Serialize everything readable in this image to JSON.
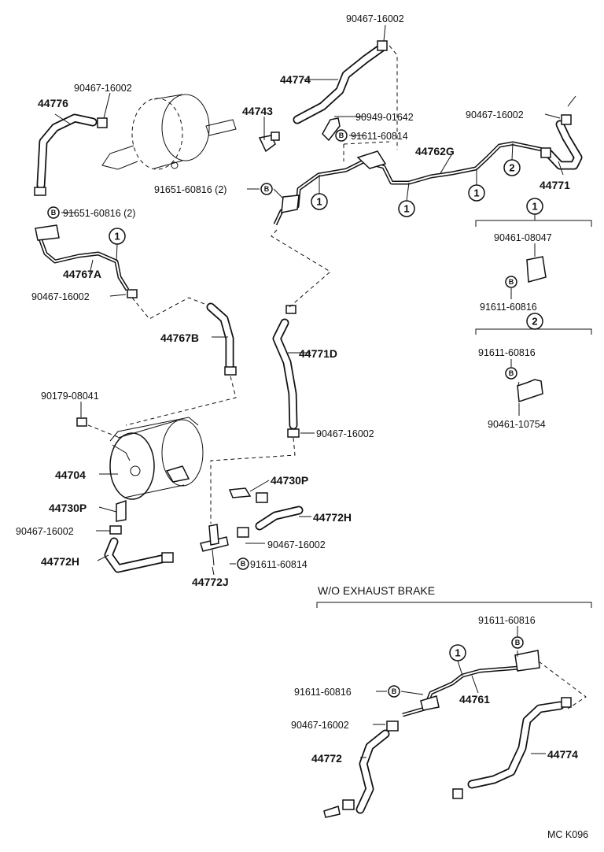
{
  "parts": {
    "p_44774_top": "44774",
    "p_90467_top": "90467-16002",
    "p_44743": "44743",
    "p_90949": "90949-01642",
    "p_91611_60814_top": "91611-60814",
    "p_44762G": "44762G",
    "p_90467_right": "90467-16002",
    "p_44771": "44771",
    "p_44776": "44776",
    "p_90467_left": "90467-16002",
    "p_91651_a": "91651-60816 (2)",
    "p_91651_b": "91651-60816 (2)",
    "p_44767A": "44767A",
    "p_90467_mid": "90467-16002",
    "p_44767B": "44767B",
    "p_44771D": "44771D",
    "p_90179": "90179-08041",
    "p_90467_44771D": "90467-16002",
    "p_44704": "44704",
    "p_44730P_right": "44730P",
    "p_44730P_left": "44730P",
    "p_44772H_right": "44772H",
    "p_90467_lowleft": "90467-16002",
    "p_90467_lowmid": "90467-16002",
    "p_44772H_left": "44772H",
    "p_91611_60814_low": "91611-60814",
    "p_44772J": "44772J",
    "legend_1_part_a": "90461-08047",
    "legend_1_part_b": "91611-60816",
    "legend_2_part_a": "91611-60816",
    "legend_2_part_b": "90461-10754",
    "sub_91611_top": "91611-60816",
    "sub_91611_left": "91611-60816",
    "sub_44761": "44761",
    "sub_90467": "90467-16002",
    "sub_44772": "44772",
    "sub_44774": "44774"
  },
  "markers": {
    "one": "1",
    "two": "2",
    "b": "B"
  },
  "section_title": "W/O EXHAUST BRAKE",
  "diagram_code": "MC K096"
}
